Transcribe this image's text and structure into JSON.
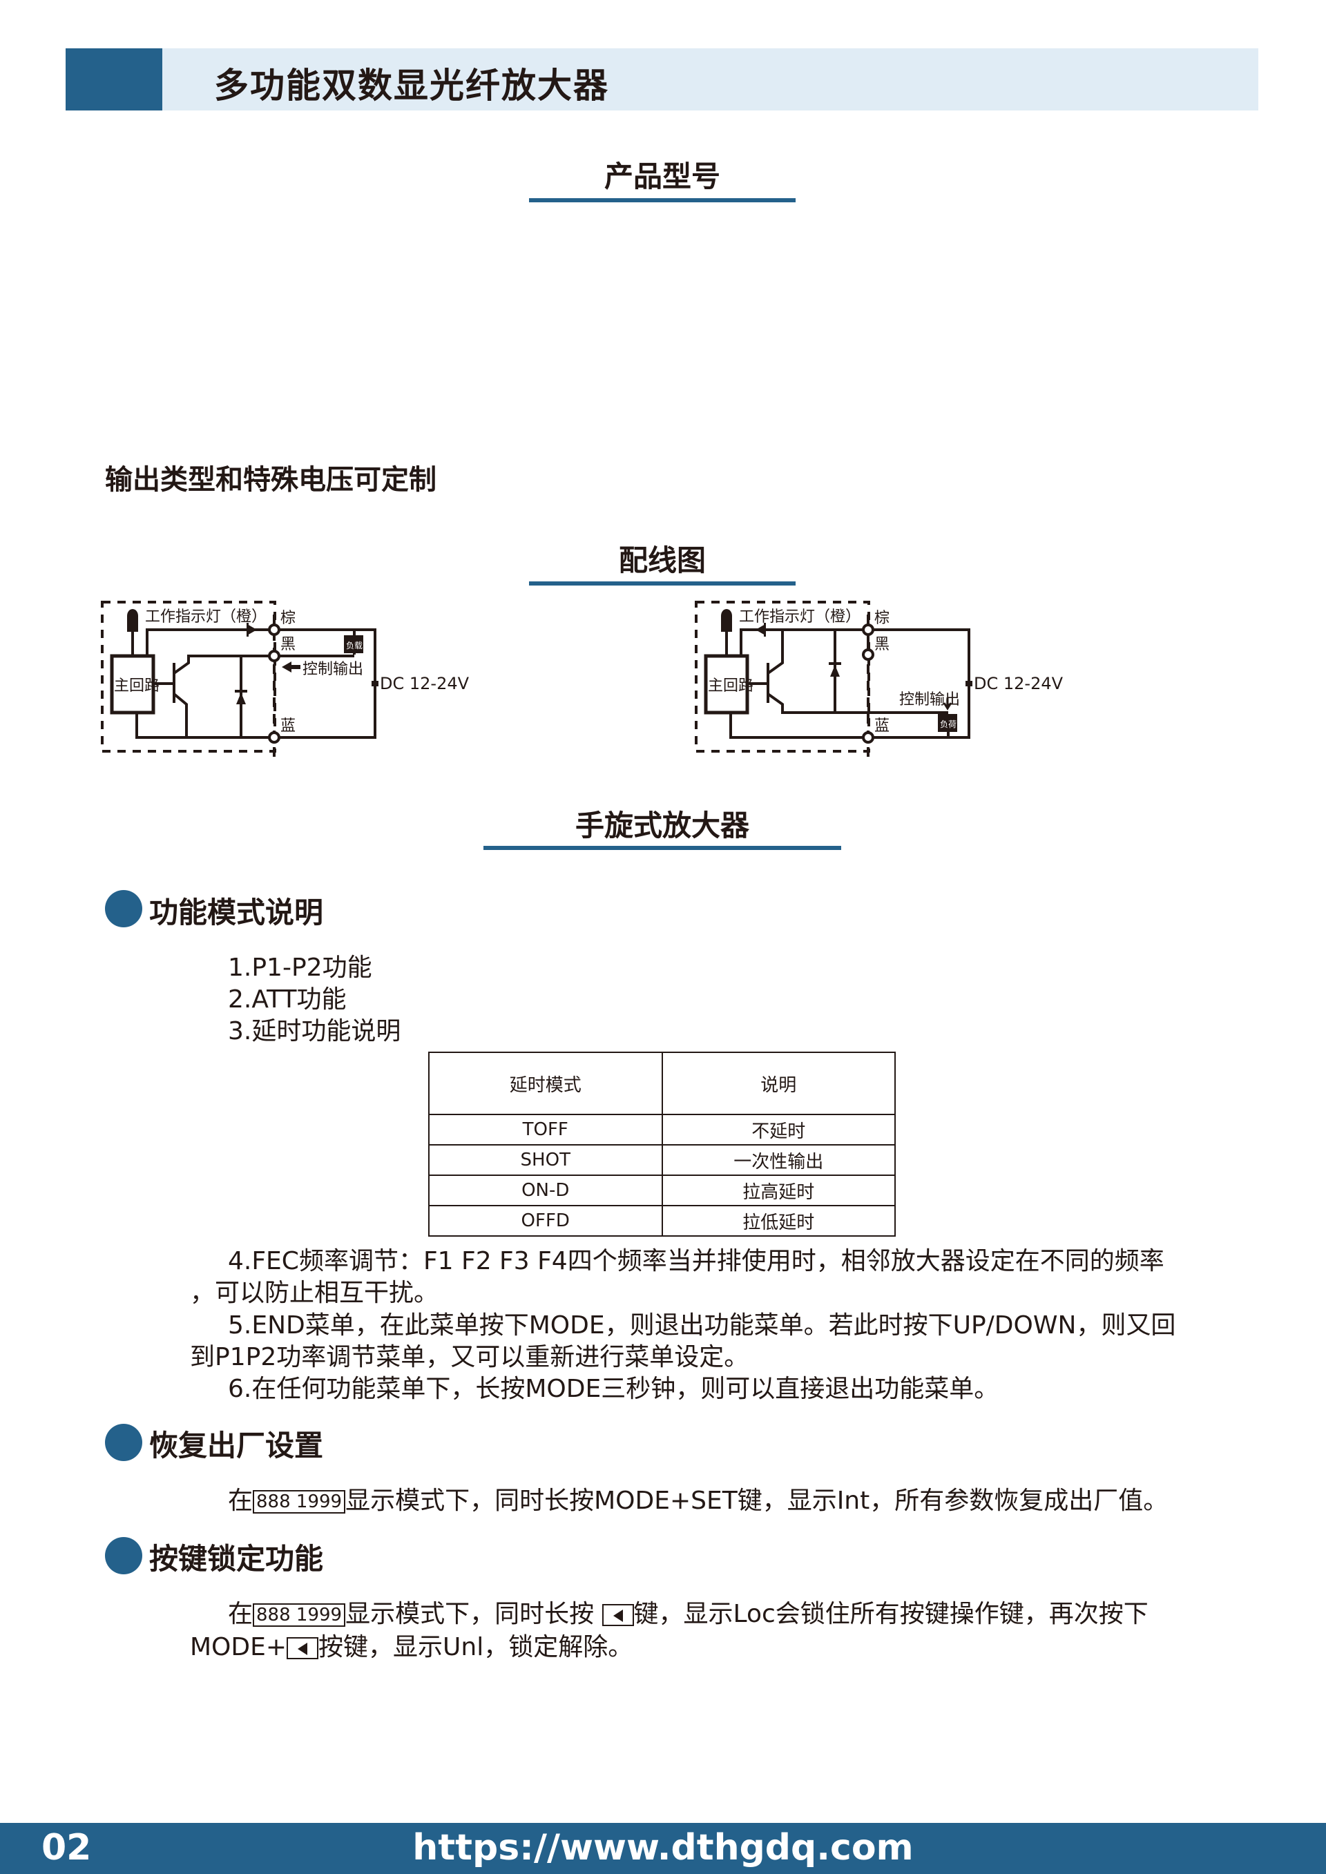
{
  "header": {
    "title": "多功能双数显光纤放大器"
  },
  "sections": {
    "model": "产品型号",
    "wiring": "配线图",
    "knob": "手旋式放大器"
  },
  "custom_note": "输出类型和特殊电压可定制",
  "diagram": {
    "indicator": "工作指示灯（橙）",
    "main_circuit": "主回路",
    "brown": "棕",
    "black": "黑",
    "blue": "蓝",
    "load_left": "负载",
    "load_right": "负荷",
    "control_output": "控制输出",
    "supply": "DC 12-24V"
  },
  "function_modes": {
    "heading": "功能模式说明",
    "items": [
      "1.P1-P2功能",
      "2.ATT功能",
      "3.延时功能说明"
    ],
    "table": {
      "headers": [
        "延时模式",
        "说明"
      ],
      "rows": [
        [
          "TOFF",
          "不延时"
        ],
        [
          "SHOT",
          "一次性输出"
        ],
        [
          "ON-D",
          "拉高延时"
        ],
        [
          "OFFD",
          "拉低延时"
        ]
      ]
    },
    "p4a": "4.FEC频率调节：F1 F2 F3 F4四个频率当并排使用时，相邻放大器设定在不同的频率",
    "p4b": "，可以防止相互干扰。",
    "p5a": "5.END菜单，在此菜单按下MODE，则退出功能菜单。若此时按下UP/DOWN，则又回",
    "p5b": "到P1P2功率调节菜单，又可以重新进行菜单设定。",
    "p6": "6.在任何功能菜单下，长按MODE三秒钟，则可以直接退出功能菜单。"
  },
  "factory_reset": {
    "heading": "恢复出厂设置",
    "pre": "在",
    "display": "888 1999",
    "post": "显示模式下，同时长按MODE+SET键，显示Int，所有参数恢复成出厂值。"
  },
  "key_lock": {
    "heading": "按键锁定功能",
    "pre": "在",
    "display": "888 1999",
    "mid": "显示模式下，同时长按",
    "post": "键，显示Loc会锁住所有按键操作键，再次按下",
    "l2pre": "MODE+",
    "l2post": "按键，显示Unl，锁定解除。"
  },
  "footer": {
    "page": "02",
    "url": "https://www.dthgdq.com"
  }
}
